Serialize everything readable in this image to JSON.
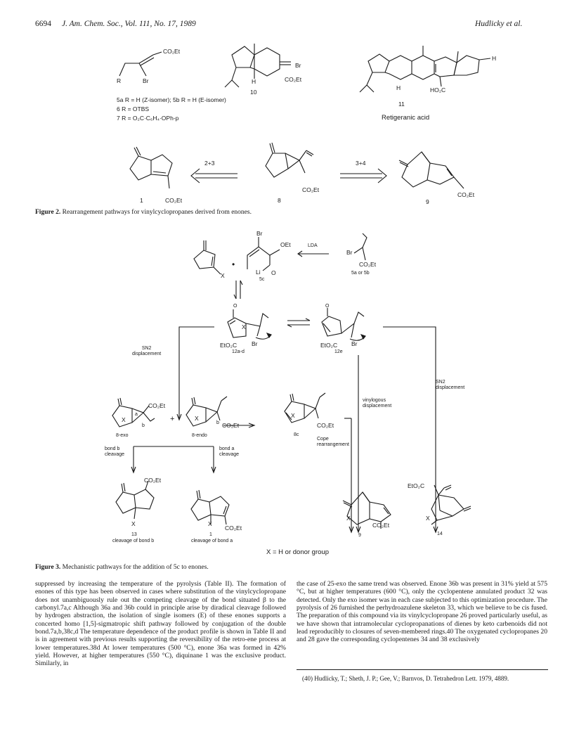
{
  "header": {
    "page": "6694",
    "journal": "J. Am. Chem. Soc., Vol. 111, No. 17, 1989",
    "authors": "Hudlicky et al."
  },
  "fig_top": {
    "sub_co2et": "CO₂Et",
    "sub_r": "R",
    "sub_br": "Br",
    "c10_br": "Br",
    "c10_h": "H",
    "c10_co2et": "CO₂Et",
    "c10_num": "10",
    "c11_h1": "H",
    "c11_h2": "H",
    "c11_ho2c": "HO₂C",
    "c11_num": "11",
    "c11_name": "Retigeranic acid",
    "legend_5": "5a  R = H (Z-isomer); 5b  R = H (E-isomer)",
    "legend_6": "6     R = OTBS",
    "legend_7": "7     R = O₂C·C₆H₄·OPh-p"
  },
  "fig2": {
    "c1_co2et": "CO₂Et",
    "c1_num": "1",
    "arrow_left": "2+3",
    "c8_co2et": "CO₂Et",
    "c8_num": "8",
    "arrow_right": "3+4",
    "c9_co2et": "CO₂Et",
    "c9_num": "9",
    "caption_label": "Figure 2.",
    "caption_text": "Rearrangement pathways for vinylcyclopropanes derived from enones."
  },
  "fig3": {
    "x_sub": "X",
    "oet": "OEt",
    "br1": "Br",
    "li": "Li",
    "o_minus": "O",
    "c5c": "5c",
    "lda": "LDA",
    "br2": "Br",
    "co2et_5": "CO₂Et",
    "c5ab": "5a or 5b",
    "o12": "O",
    "x12": "X",
    "etco_12": "EtO₂C",
    "br12": "Br",
    "c12ad": "12a-d",
    "o12e": "O",
    "etco_12e": "EtO₂C",
    "br12e": "Br",
    "c12e": "12e",
    "sn2_left": "SN2\ndisplacement",
    "sn2_right": "SN2\ndisplacement",
    "vinylogous": "vinylogous\ndisplacement",
    "exo_co2et": "CO₂Et",
    "exo_a": "a",
    "exo_b": "b",
    "exo_x": "X",
    "c8exo": "8-exo",
    "endo_co2et": "CO₂Et",
    "endo_b": "b",
    "endo_x": "X",
    "c8endo": "8-endo",
    "c8c_x": "X",
    "c8c_co2et": "CO₂Et",
    "c8c": "8c",
    "cope": "Cope\nrearrangement",
    "bond_b": "bond b\ncleavage",
    "bond_a": "bond a\ncleavage",
    "c13_co2et": "CO₂Et",
    "c13_x": "X",
    "c13": "13",
    "c13_desc": "cleavage of bond b",
    "c1b_x": "X",
    "c1b_co2et": "CO₂Et",
    "c1b": "1",
    "c1b_desc": "cleavage of bond a",
    "c9b_x": "X",
    "c9b_co2et": "CO₂Et",
    "c9b": "9",
    "c14_etco": "EtO₂C",
    "c14_x": "X",
    "c14": "14",
    "x_note": "X = H or donor group",
    "caption_label": "Figure 3.",
    "caption_text": "Mechanistic pathways for the addition of 5c to enones."
  },
  "text": {
    "left_col": "suppressed by increasing the temperature of the pyrolysis (Table II). The formation of enones of this type has been observed in cases where substitution of the vinylcyclopropane does not unambiguously rule out the competing cleavage of the bond situated β to the carbonyl.7a,c Although 36a and 36b could in principle arise by diradical cleavage followed by hydrogen abstraction, the isolation of single isomers (E) of these enones supports a concerted homo [1,5]-sigmatropic shift pathway followed by conjugation of the double bond.7a,b,38c,d The temperature dependence of the product profile is shown in Table II and is in agreement with previous results supporting the reversibility of the retro-ene process at lower temperatures.38d At lower temperatures (500 °C), enone 36a was formed in 42% yield. However, at higher temperatures (550 °C), diquinane 1 was the exclusive product. Similarly, in",
    "right_col": "the case of 25-exo the same trend was observed. Enone 36b was present in 31% yield at 575 °C, but at higher temperatures (600 °C), only the cyclopentene annulated product 32 was detected. Only the exo isomer was in each case subjected to this optimization procedure. The pyrolysis of 26 furnished the perhydroazulene skeleton 33, which we believe to be cis fused. The preparation of this compound via its vinylcyclopropane 26 proved particularly useful, as we have shown that intramolecular cyclopropanations of dienes by keto carbenoids did not lead reproducibly to closures of seven-membered rings.40 The oxygenated cyclopropanes 20 and 28 gave the corresponding cyclopentenes 34 and 38 exclusively",
    "footnote": "(40) Hudlicky, T.; Sheth, J. P.; Gee, V.; Barnvos, D. Tetrahedron Lett. 1979, 4889."
  }
}
